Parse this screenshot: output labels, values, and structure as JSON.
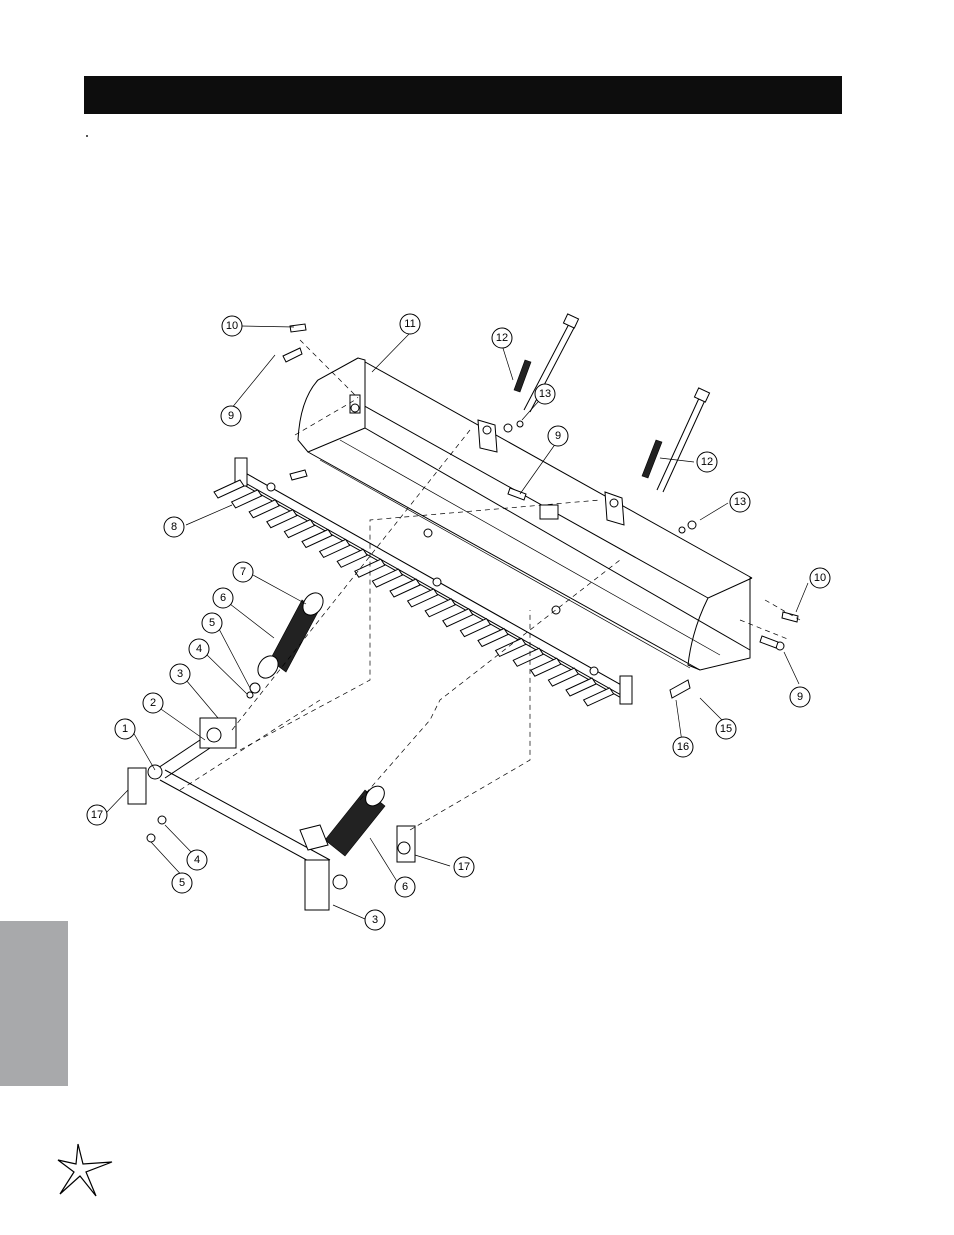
{
  "header": {
    "bar_color": "#0d0d0d",
    "title": ""
  },
  "side_tab": {
    "color": "#a8a9ab"
  },
  "logo": {
    "icon": "star-burst-logo"
  },
  "diagram": {
    "type": "exploded-parts-view",
    "callouts": [
      "1",
      "2",
      "3",
      "3",
      "4",
      "4",
      "5",
      "5",
      "6",
      "6",
      "7",
      "8",
      "9",
      "9",
      "9",
      "10",
      "10",
      "11",
      "12",
      "12",
      "13",
      "13",
      "15",
      "16",
      "17",
      "17"
    ]
  }
}
